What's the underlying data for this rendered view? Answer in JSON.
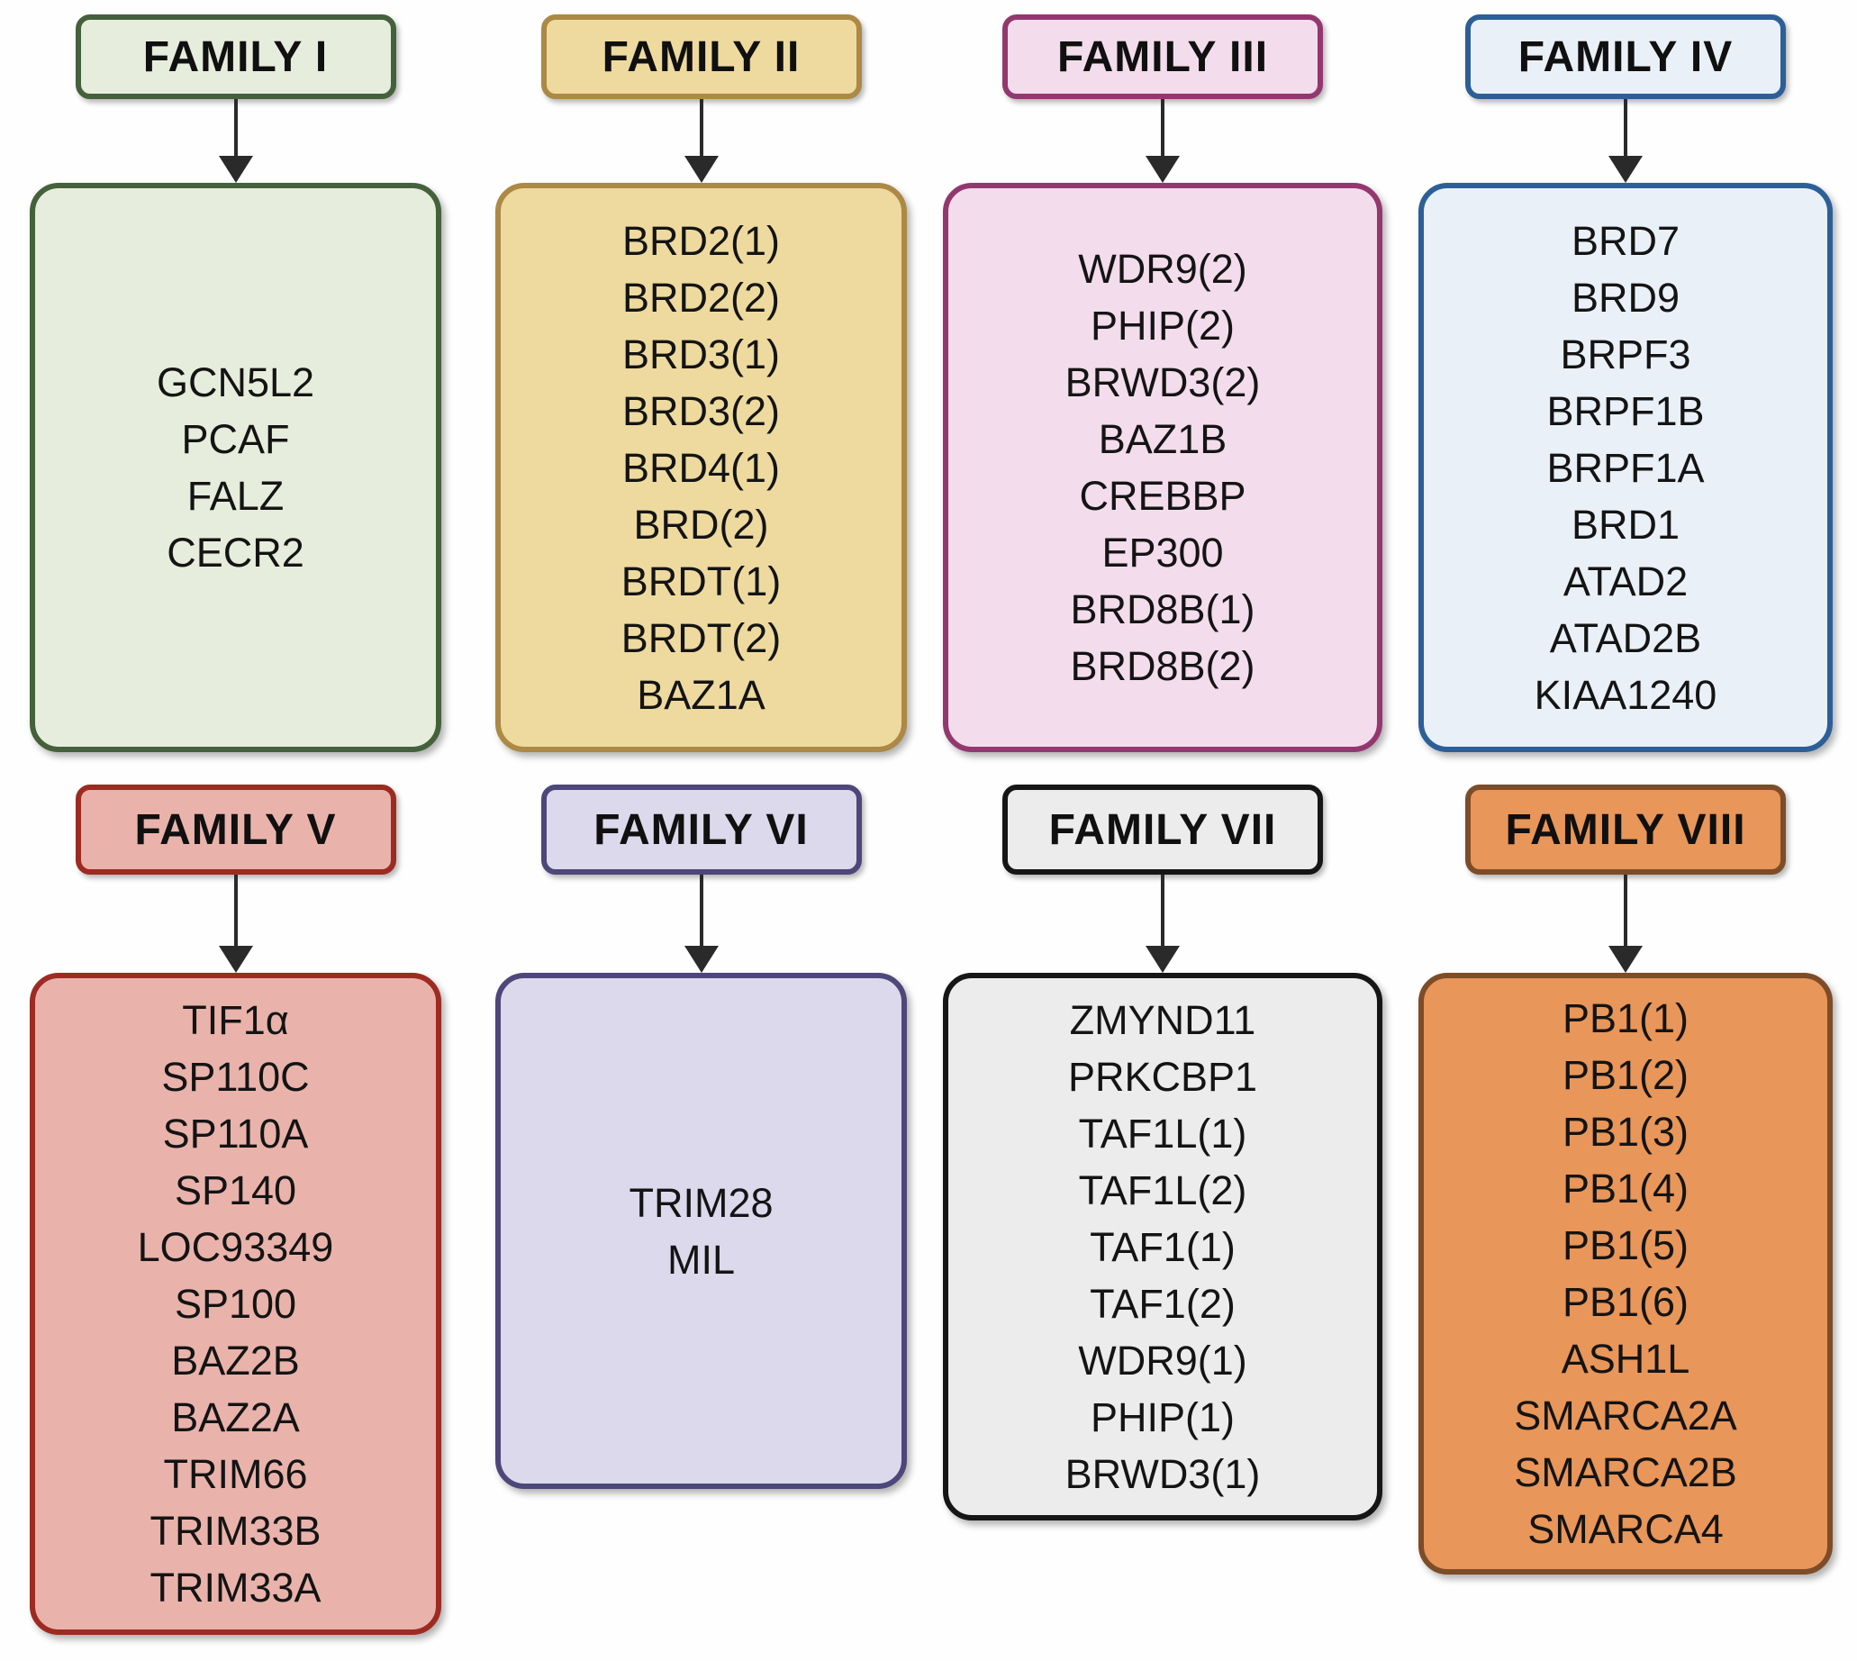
{
  "background": "#fefefe",
  "arrow_color": "#2a2a2a",
  "text_color": "#141414",
  "families": [
    {
      "name": "FAMILY I",
      "fill": "#e7eddc",
      "border": "#44613c",
      "members": [
        "GCN5L2",
        "PCAF",
        "FALZ",
        "CECR2"
      ]
    },
    {
      "name": "FAMILY II",
      "fill": "#eeda9f",
      "border": "#ac8944",
      "members": [
        "BRD2(1)",
        "BRD2(2)",
        "BRD3(1)",
        "BRD3(2)",
        "BRD4(1)",
        "BRD(2)",
        "BRDT(1)",
        "BRDT(2)",
        "BAZ1A"
      ]
    },
    {
      "name": "FAMILY III",
      "fill": "#f3dcec",
      "border": "#93386f",
      "members": [
        "WDR9(2)",
        "PHIP(2)",
        "BRWD3(2)",
        "BAZ1B",
        "CREBBP",
        "EP300",
        "BRD8B(1)",
        "BRD8B(2)"
      ]
    },
    {
      "name": "FAMILY IV",
      "fill": "#eaf0f8",
      "border": "#2c5f97",
      "members": [
        "BRD7",
        "BRD9",
        "BRPF3",
        "BRPF1B",
        "BRPF1A",
        "BRD1",
        "ATAD2",
        "ATAD2B",
        "KIAA1240"
      ]
    },
    {
      "name": "FAMILY V",
      "fill": "#e9b3ab",
      "border": "#9d2b22",
      "members": [
        "TIF1α",
        "SP110C",
        "SP110A",
        "SP140",
        "LOC93349",
        "SP100",
        "BAZ2B",
        "BAZ2A",
        "TRIM66",
        "TRIM33B",
        "TRIM33A"
      ]
    },
    {
      "name": "FAMILY VI",
      "fill": "#dcd9ec",
      "border": "#4e4779",
      "members": [
        "TRIM28",
        "MIL"
      ]
    },
    {
      "name": "FAMILY VII",
      "fill": "#ececec",
      "border": "#161616",
      "members": [
        "ZMYND11",
        "PRKCBP1",
        "TAF1L(1)",
        "TAF1L(2)",
        "TAF1(1)",
        "TAF1(2)",
        "WDR9(1)",
        "PHIP(1)",
        "BRWD3(1)"
      ]
    },
    {
      "name": "FAMILY VIII",
      "fill": "#e89659",
      "border": "#7d4c28",
      "members": [
        "PB1(1)",
        "PB1(2)",
        "PB1(3)",
        "PB1(4)",
        "PB1(5)",
        "PB1(6)",
        "ASH1L",
        "SMARCA2A",
        "SMARCA2B",
        "SMARCA4"
      ]
    }
  ]
}
